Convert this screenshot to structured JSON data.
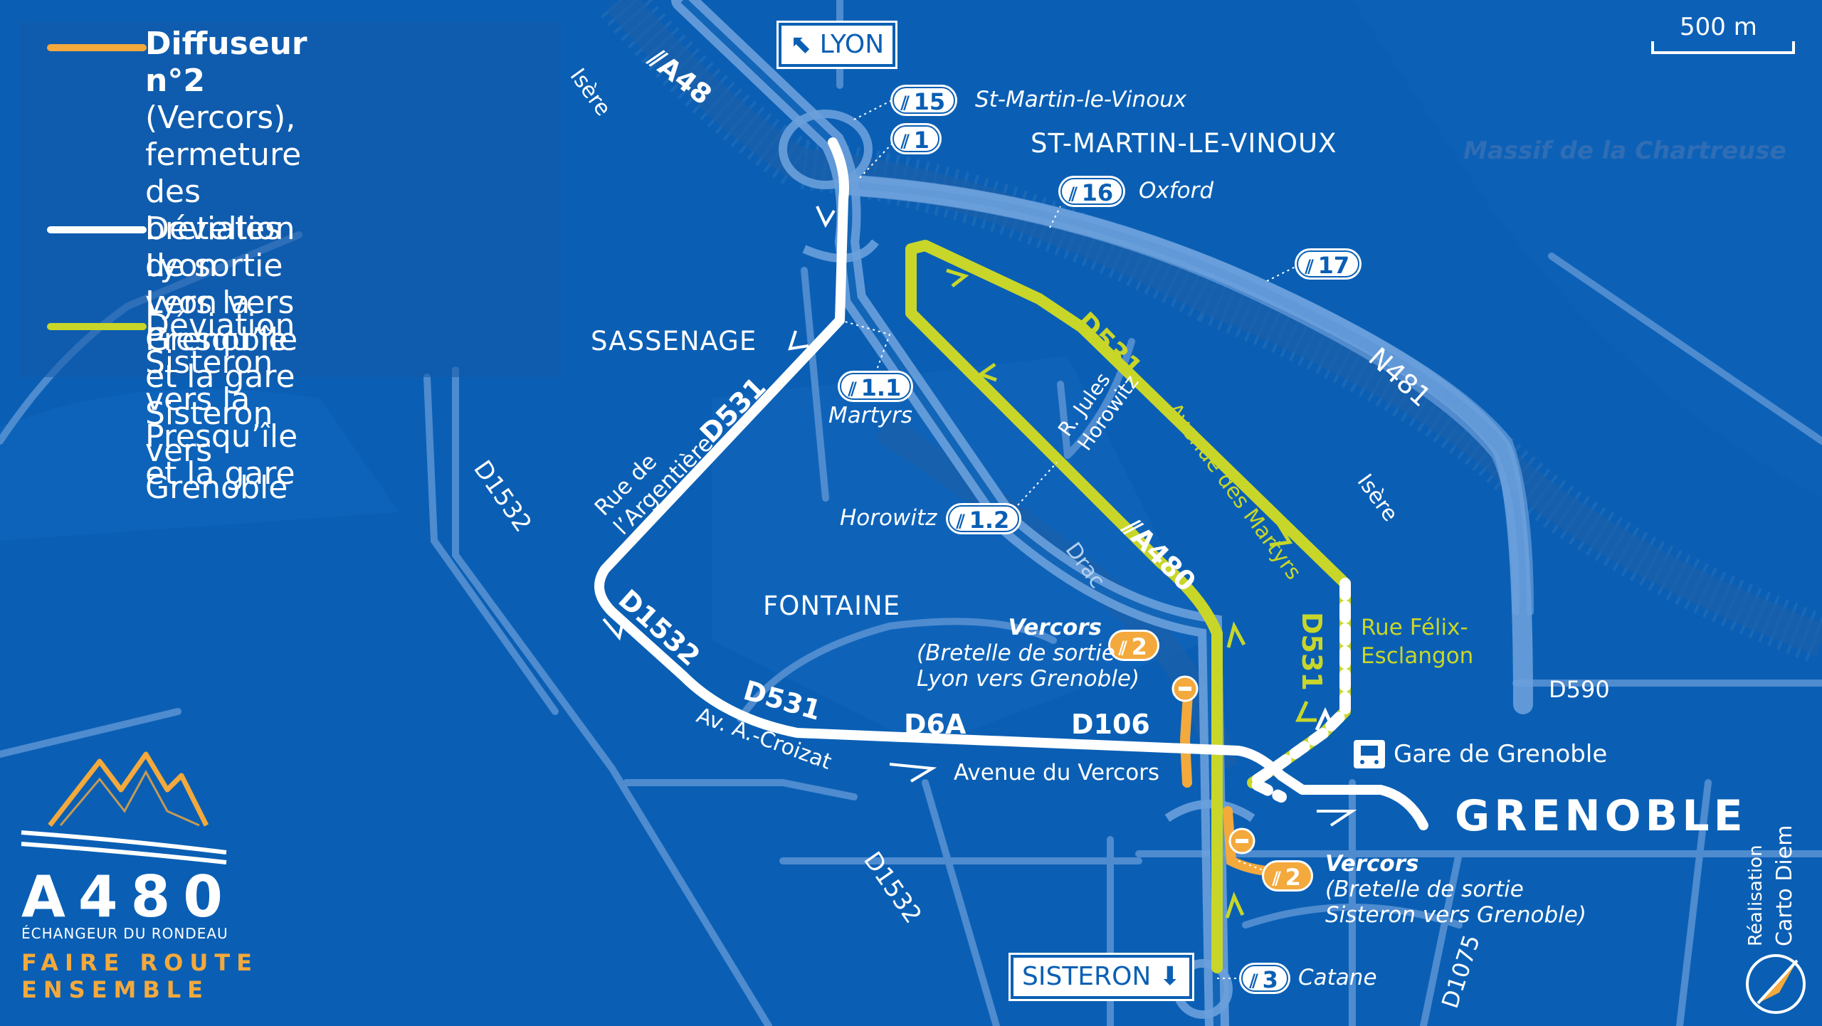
{
  "legend": {
    "item1": {
      "bold": "Diffuseur n°2",
      "rest": " (Vercors),",
      "line2": "fermeture des bretelles",
      "line3": "de sortie Lyon vers Grenoble",
      "line4": "et Sisteron vers Grenoble"
    },
    "item2": {
      "line1": "Déviation Lyon",
      "line2": "vers la Presqu’île et la gare"
    },
    "item3": {
      "line1": "Déviation Sisteron",
      "line2": "vers la Presqu’île et la gare"
    }
  },
  "colors": {
    "background": "#0a5fb4",
    "closure": "#f3a93c",
    "lyon_route": "#ffffff",
    "sisteron_route": "#c8d629"
  },
  "scale": "500 m",
  "signs": {
    "lyon": "LYON",
    "sisteron": "SISTERON"
  },
  "places": {
    "st_martin": "ST-MARTIN-LE-VINOUX",
    "chartreuse": "Massif de la Chartreuse",
    "sassenage": "SASSENAGE",
    "fontaine": "FONTAINE",
    "grenoble": "GRENOBLE",
    "gare": "Gare de Grenoble"
  },
  "roads": {
    "a48": "A48",
    "a480": "A480",
    "d531_a": "D531",
    "d531_b": "D531",
    "d531_c": "D531",
    "d531_d": "D531",
    "d1532_a": "D1532",
    "d1532_b": "D1532",
    "d1532_c": "D1532",
    "d6a": "D6A",
    "d106": "D106",
    "n481": "N481",
    "d590": "D590",
    "d1075": "D1075"
  },
  "rivers": {
    "isere_a": "Isère",
    "isere_b": "Isère",
    "drac": "Drac"
  },
  "streets": {
    "argentiere_1": "Rue de",
    "argentiere_2": "l’Argentière",
    "jules_1": "R. Jules",
    "jules_2": "Horowitz",
    "martyrs": "Avenue des Martyrs",
    "croizat": "Av. A.-Croizat",
    "vercors": "Avenue du Vercors",
    "felix_1": "Rue Félix-",
    "felix_2": "Esclangon"
  },
  "exits": {
    "e15": {
      "num": "15",
      "name": "St-Martin-le-Vinoux"
    },
    "e1": {
      "num": "1"
    },
    "e16": {
      "num": "16",
      "name": "Oxford"
    },
    "e17": {
      "num": "17"
    },
    "e11": {
      "num": "1.1",
      "name": "Martyrs"
    },
    "e12": {
      "num": "1.2",
      "name": "Horowitz"
    },
    "e2a": {
      "num": "2",
      "title": "Vercors",
      "desc1": "(Bretelle de sortie",
      "desc2": "Lyon vers Grenoble)"
    },
    "e2b": {
      "num": "2",
      "title": "Vercors",
      "desc1": "(Bretelle de sortie",
      "desc2": "Sisteron vers Grenoble)"
    },
    "e3": {
      "num": "3",
      "name": "Catane"
    }
  },
  "brand": {
    "title": "A480",
    "subtitle": "ÉCHANGEUR DU RONDEAU",
    "tagline1": "FAIRE ROUTE",
    "tagline2": "ENSEMBLE"
  },
  "credit": {
    "line1": "Réalisation",
    "line2": "Carto Diem"
  }
}
